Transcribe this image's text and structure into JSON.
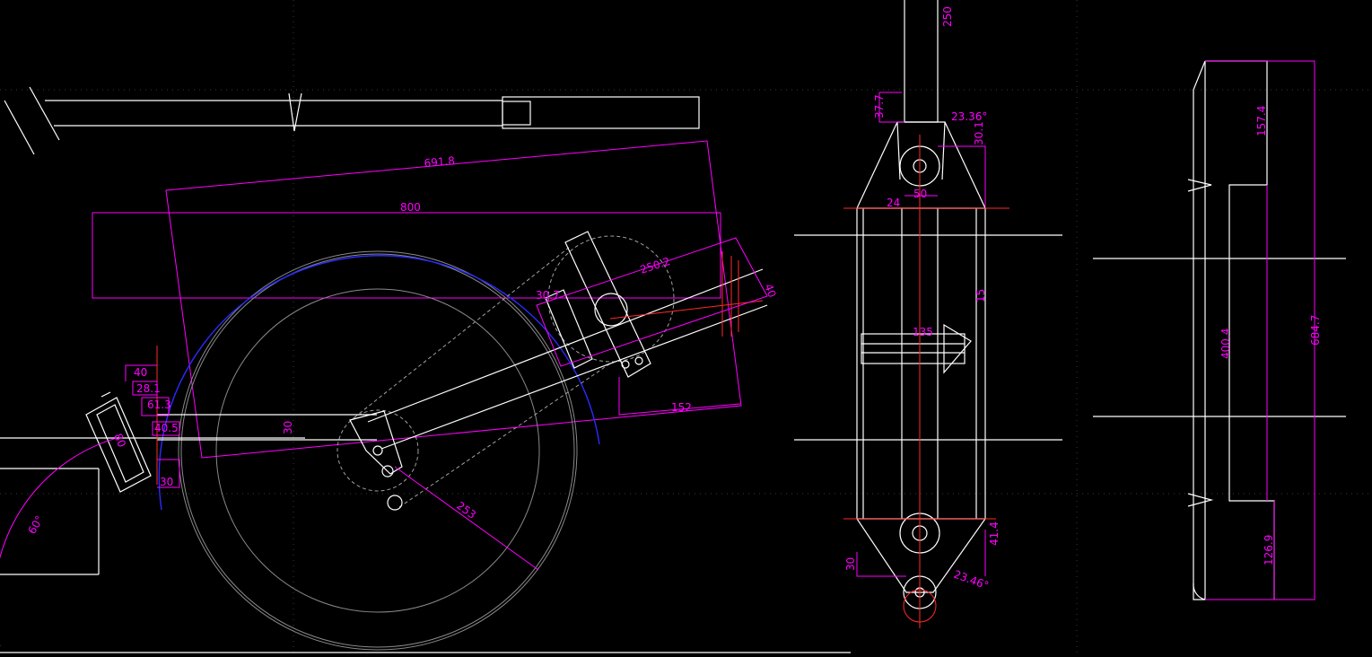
{
  "colors": {
    "background": "#000000",
    "outline": "#ffffff",
    "dimension": "#ff00ff",
    "centerline": "#ff2a2a",
    "arc": "#2b2bff",
    "wheel": "#8a8a8a"
  },
  "dimensions": {
    "d6918": "691.8",
    "d800": "800",
    "d250_2": "250.2",
    "d30_7": "30.7",
    "d40": "40",
    "d152": "152",
    "d40_l": "40",
    "d28_1": "28.1",
    "d61_3": "61.3",
    "d40_5": "40.5",
    "d30_v": "30",
    "d30_h": "30",
    "d253": "253",
    "d60deg": "60°",
    "d80": "80",
    "d250": "250",
    "d37_7": "37.7",
    "d23_36": "23.36°",
    "d30_top": "30.1",
    "d50": "50",
    "d24": "24",
    "d15": "15",
    "d135": "135",
    "d41_4": "41.4",
    "d30_bot": "30",
    "d23_46": "23.46°",
    "d157_4": "157.4",
    "d400_4": "400.4",
    "d684_7": "684.7",
    "d126_9": "126.9"
  }
}
